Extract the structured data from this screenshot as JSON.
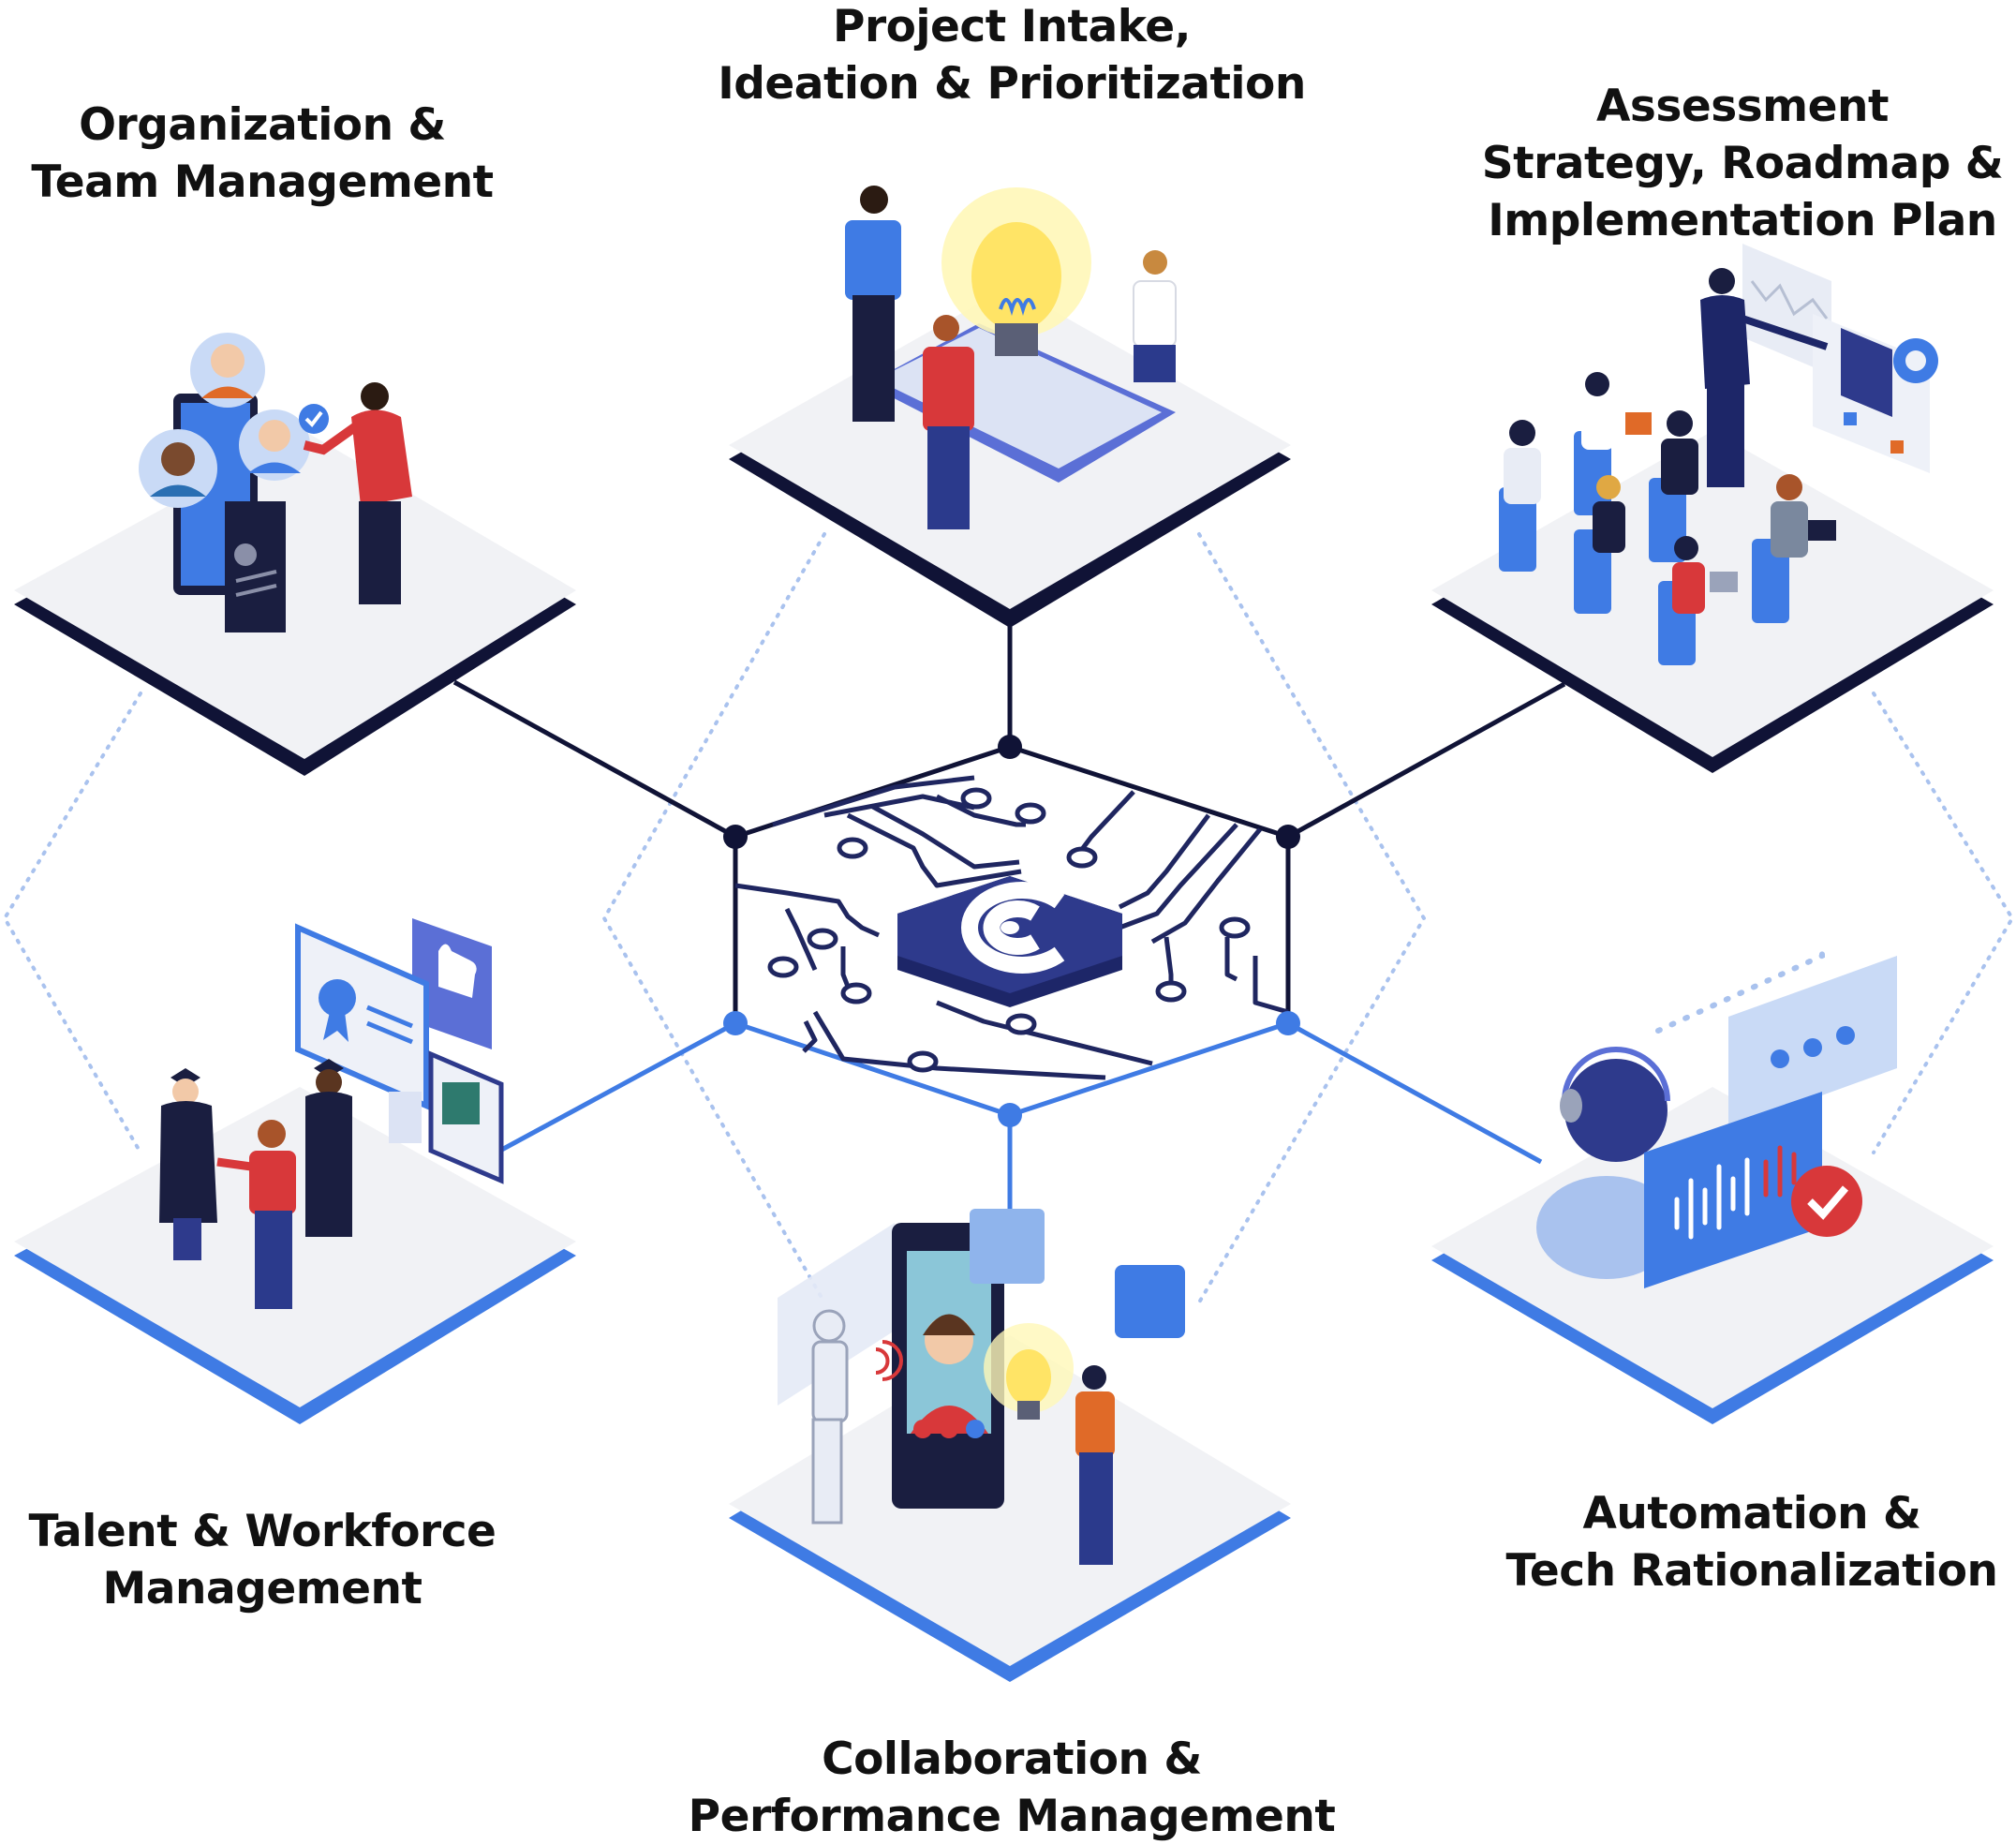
{
  "labels": {
    "org": "Organization &\nTeam Management",
    "project": "Project Intake,\nIdeation & Prioritization",
    "assessment": "Assessment\nStrategy, Roadmap &\nImplementation Plan",
    "talent": "Talent & Workforce\nManagement",
    "collaboration": "Collaboration &\nPerformance Management",
    "automation": "Automation &\nTech Rationalization"
  },
  "colors": {
    "navy": "#101336",
    "blue": "#3F7BE4",
    "chip": "#2E3A8C",
    "tile": "#F1F2F5",
    "dotted": "#A9C2EE",
    "accent_red": "#D8383A",
    "accent_orange": "#E06A28"
  },
  "icons": {
    "center": "hub-logo-icon",
    "org": "team-avatars-icon",
    "project": "lightbulb-icon",
    "assessment": "classroom-presentation-icon",
    "talent": "graduation-certificate-icon",
    "collaboration": "video-call-robot-icon",
    "automation": "chatbot-headset-icon"
  }
}
